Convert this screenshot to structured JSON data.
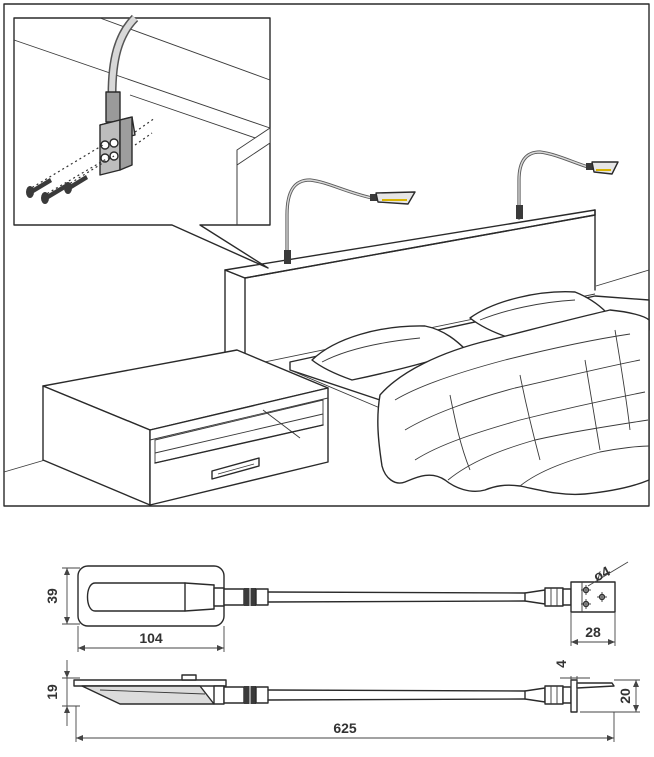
{
  "dimensions": {
    "head_height": "39",
    "head_length": "104",
    "hole_diameter": "ø4",
    "bracket_width": "28",
    "profile_height": "19",
    "bracket_thickness": "4",
    "bracket_height": "20",
    "total_length": "625"
  }
}
